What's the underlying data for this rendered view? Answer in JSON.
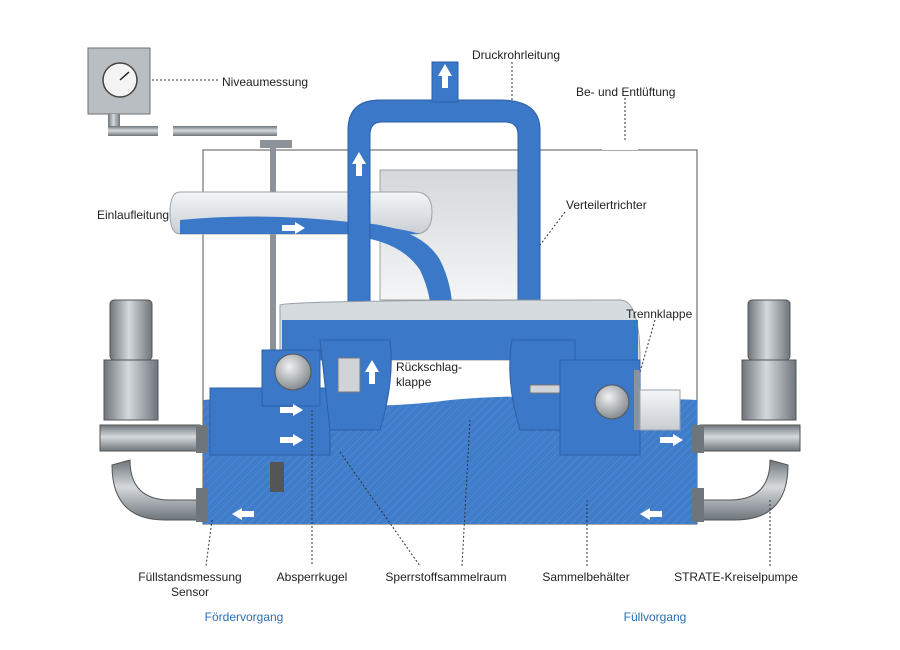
{
  "labels": {
    "niveaumessung": "Niveaumessung",
    "druckrohrleitung": "Druckrohrleitung",
    "be_entlueftung": "Be- und Entlüftung",
    "einlaufleitung": "Einlaufleitung",
    "verteilertrichter": "Verteilertrichter",
    "trennklappe": "Trennklappe",
    "rueckschlag_1": "Rückschlag-",
    "rueckschlag_2": "klappe",
    "fuellstand_1": "Füllstandsmessung",
    "fuellstand_2": "Sensor",
    "absperrkugel": "Absperrkugel",
    "sperrstoffsammelraum": "Sperrstoffsammelraum",
    "sammelbehaelter": "Sammelbehälter",
    "kreiselpumpe": "STRATE-Kreiselpumpe",
    "foerdervorgang": "Fördervorgang",
    "fuellvorgang": "Füllvorgang"
  },
  "colors": {
    "water": "#3b78c8",
    "water_dark": "#2f65b0",
    "pipe_light": "#dfe3e7",
    "metal": "#8c9297",
    "caption_blue": "#2a6fb3"
  }
}
